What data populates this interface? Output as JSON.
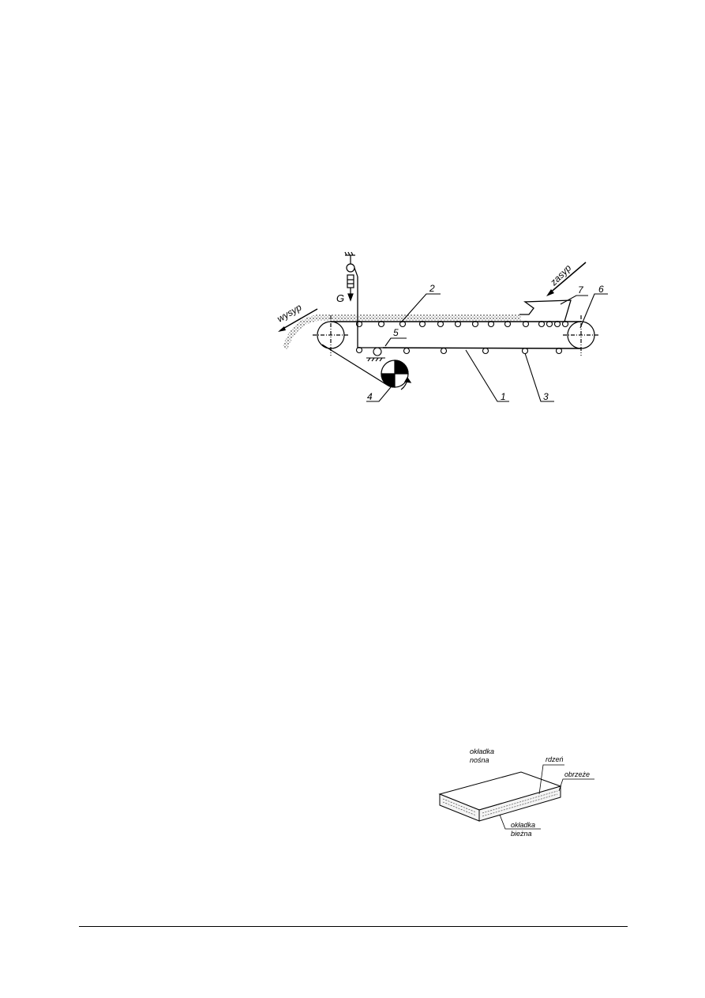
{
  "page": {
    "background": "#ffffff",
    "ink": "#000000"
  },
  "figure_conveyor": {
    "labels": {
      "wysyp": "wysyp",
      "zasyp": "zasyp",
      "G": "G",
      "n1": "1",
      "n2": "2",
      "n3": "3",
      "n4": "4",
      "n5": "5",
      "n6": "6",
      "n7": "7"
    }
  },
  "figure_belt": {
    "labels": {
      "okladka_nosna_1": "okładka",
      "okladka_nosna_2": "nośna",
      "rdzen": "rdzeń",
      "obrzeze": "obrzeże",
      "okladka_biezna_1": "okładka",
      "okladka_biezna_2": "bieżna"
    }
  }
}
